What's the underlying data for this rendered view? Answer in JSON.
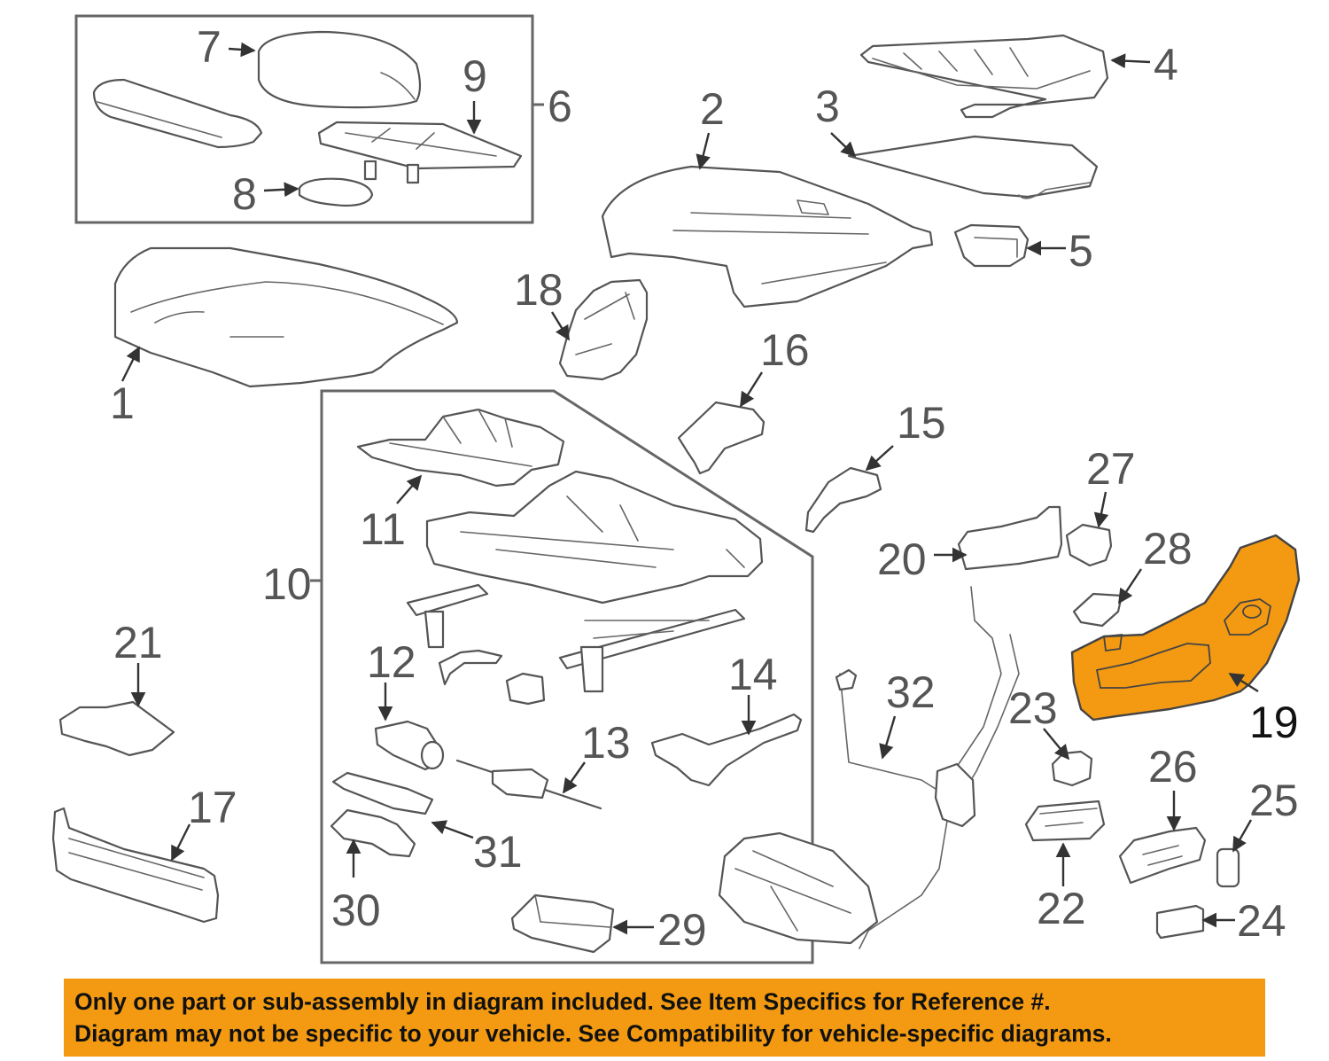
{
  "callouts": [
    "1",
    "2",
    "3",
    "4",
    "5",
    "6",
    "7",
    "8",
    "9",
    "10",
    "11",
    "12",
    "13",
    "14",
    "15",
    "16",
    "17",
    "18",
    "19",
    "20",
    "21",
    "22",
    "23",
    "24",
    "25",
    "26",
    "27",
    "28",
    "29",
    "30",
    "31",
    "32"
  ],
  "highlight": {
    "part": "19",
    "color": "#f39a12"
  },
  "banner": {
    "line1": "Only one part or sub-assembly in diagram included. See Item Specifics for Reference #.",
    "line2": "Diagram may not be specific to your vehicle. See Compatibility for vehicle-specific diagrams.",
    "color": "#f39a12"
  }
}
